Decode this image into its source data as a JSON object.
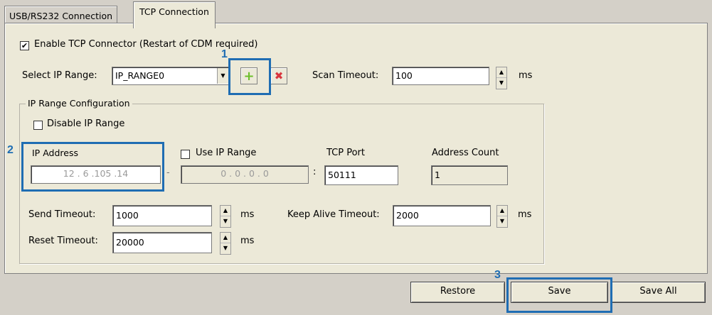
{
  "tabs": [
    {
      "label": "USB/RS232 Connection"
    },
    {
      "label": "TCP Connection"
    }
  ],
  "enable_tcp": {
    "label": "Enable TCP Connector (Restart of CDM required)",
    "checked": true
  },
  "ip_range": {
    "label": "Select IP Range:",
    "value": "IP_RANGE0",
    "scan_timeout_label": "Scan Timeout:",
    "scan_timeout_value": "100",
    "scan_timeout_unit": "ms"
  },
  "config_group": {
    "title": "IP Range Configuration",
    "disable_label": "Disable IP Range",
    "ip_address_label": "IP Address",
    "ip_address_value": "12 . 6 .105 .14",
    "use_ip_range_label": "Use IP Range",
    "range_end_value": "0 . 0 . 0 . 0",
    "range_dash": "-",
    "port_separator": ":",
    "tcp_port_label": "TCP Port",
    "tcp_port_value": "50111",
    "address_count_label": "Address Count",
    "address_count_value": "1",
    "send_timeout_label": "Send Timeout:",
    "send_timeout_value": "1000",
    "reset_timeout_label": "Reset Timeout:",
    "reset_timeout_value": "20000",
    "keep_alive_label": "Keep Alive Timeout:",
    "keep_alive_value": "2000",
    "unit": "ms"
  },
  "buttons": {
    "restore": "Restore",
    "save": "Save",
    "save_all": "Save All"
  },
  "callouts": [
    "1",
    "2",
    "3"
  ],
  "colors": {
    "highlight": "#1f6db3",
    "add_icon": "#6cbf2a",
    "remove_icon": "#d9363e"
  }
}
